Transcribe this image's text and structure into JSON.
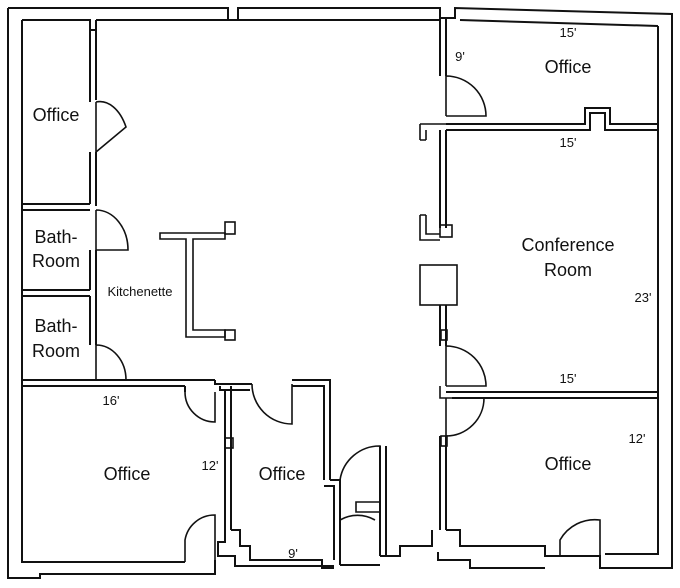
{
  "rooms": {
    "office_top_right": "Office",
    "office_left": "Office",
    "bath_1": [
      "Bath-",
      "Room"
    ],
    "bath_2": [
      "Bath-",
      "Room"
    ],
    "kitchenette": "Kitchenette",
    "conference": [
      "Conference",
      "Room"
    ],
    "office_bottom_left": "Office",
    "office_bottom_middle": "Office",
    "office_bottom_right": "Office"
  },
  "dimensions": {
    "top_right_width": "15'",
    "top_right_depth": "9'",
    "conference_width": "15'",
    "conference_depth": "23'",
    "bottom_right_width": "15'",
    "bottom_right_depth": "12'",
    "bottom_left_width": "16'",
    "bottom_middle_depth": "12'",
    "bottom_middle_width": "9'"
  }
}
